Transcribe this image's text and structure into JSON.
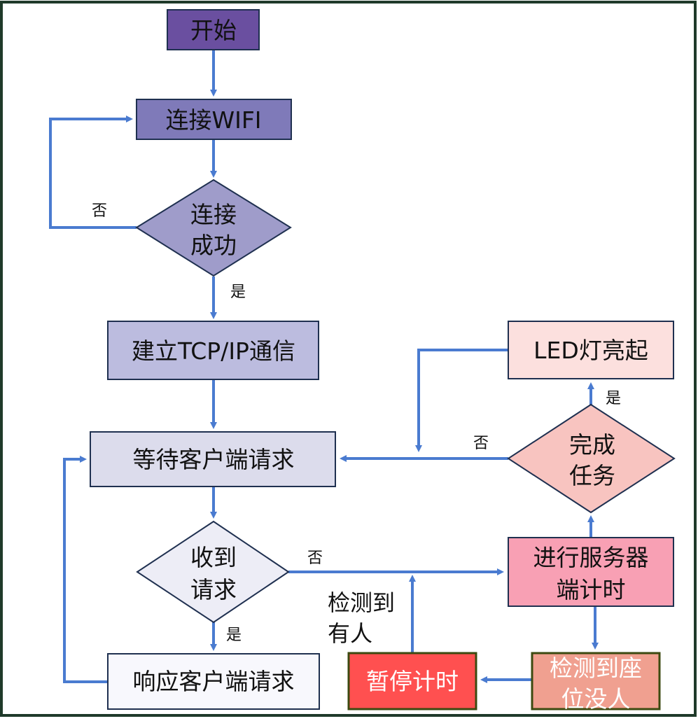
{
  "diagram": {
    "title": "",
    "nodes": {
      "start": {
        "text": [
          "开始"
        ],
        "shape": "rect",
        "fill": "#6a4fa0"
      },
      "connect_wifi": {
        "text": [
          "连接WIFI"
        ],
        "shape": "rect",
        "fill": "#7f7ab9"
      },
      "connect_ok": {
        "text": [
          "连接",
          "成功"
        ],
        "shape": "diamond",
        "fill": "#9f9cca"
      },
      "tcp_ip": {
        "text": [
          "建立TCP/IP通信"
        ],
        "shape": "rect",
        "fill": "#bcbcdf"
      },
      "wait_request": {
        "text": [
          "等待客户端请求"
        ],
        "shape": "rect",
        "fill": "#dcdcec"
      },
      "got_request": {
        "text": [
          "收到",
          "请求"
        ],
        "shape": "diamond",
        "fill": "#ededf6"
      },
      "respond_request": {
        "text": [
          "响应客户端请求"
        ],
        "shape": "rect",
        "fill": "#f8f8fd"
      },
      "server_timing": {
        "text": [
          "进行服务器",
          "端计时"
        ],
        "shape": "rect",
        "fill": "#f8a0b4"
      },
      "task_done": {
        "text": [
          "完成",
          "任务"
        ],
        "shape": "diamond",
        "fill": "#f8c4c0"
      },
      "led_on": {
        "text": [
          "LED灯亮起"
        ],
        "shape": "rect",
        "fill": "#fce0de"
      },
      "seat_empty": {
        "text": [
          "检测到座",
          "位没人"
        ],
        "shape": "rect",
        "fill": "#f0a090"
      },
      "pause_timing": {
        "text": [
          "暂停计时"
        ],
        "shape": "rect",
        "fill": "#ff5050"
      }
    },
    "edge_labels": {
      "wifi_no": "否",
      "wifi_yes": "是",
      "request_no": "否",
      "request_yes": "是",
      "task_yes": "是",
      "task_no": "否",
      "person_detected": [
        "检测到",
        "有人"
      ]
    },
    "colors": {
      "edge": "#4a7bd0",
      "node_border": "#1f3050",
      "alt_border": "#3c4a10",
      "frame": "#1f3a2a"
    }
  }
}
